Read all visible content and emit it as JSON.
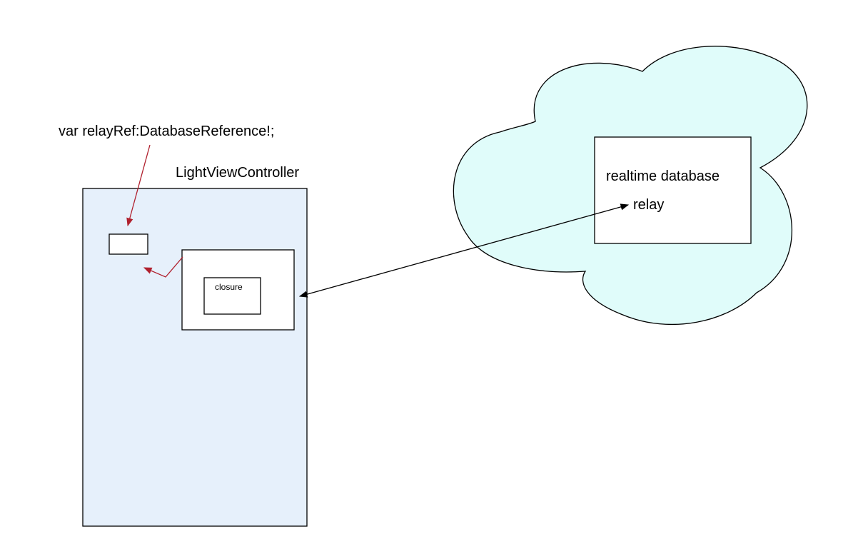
{
  "variable_declaration": "var relayRef:DatabaseReference!;",
  "controller": {
    "title": "LightViewController",
    "closure_label": "closure"
  },
  "cloud": {
    "database_title": "realtime database",
    "relay_label": "relay"
  },
  "colors": {
    "controller_fill": "#e6f0fb",
    "cloud_fill": "#e0fcfa",
    "box_fill": "#ffffff",
    "stroke": "#000000",
    "reference_arrow": "#b0202e"
  }
}
